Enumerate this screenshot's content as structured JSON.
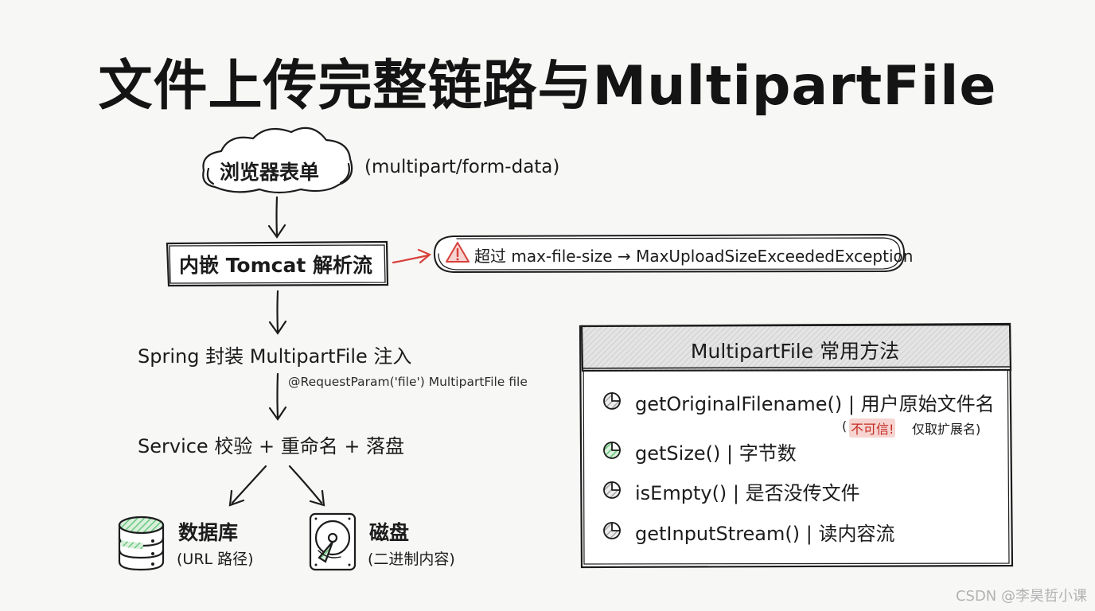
{
  "title": "文件上传完整链路与MultipartFile",
  "flow": {
    "browser": "浏览器表单",
    "mime": "(multipart/form-data)",
    "tomcat": "内嵌 Tomcat 解析流",
    "warning": "超过 max-file-size → MaxUploadSizeExceededException",
    "spring": "Spring 封装 MultipartFile 注入",
    "annotation": "@RequestParam('file') MultipartFile file",
    "service": "Service 校验 + 重命名 + 落盘",
    "database": {
      "title": "数据库",
      "subtitle": "(URL 路径)"
    },
    "disk": {
      "title": "磁盘",
      "subtitle": "(二进制内容)"
    }
  },
  "panel": {
    "title": "MultipartFile 常用方法",
    "methods": [
      "getOriginalFilename() | 用户原始文件名",
      "getSize() | 字节数",
      "isEmpty() | 是否没传文件",
      "getInputStream() | 读内容流"
    ],
    "note_red": "不可信!",
    "note_rest": "仅取扩展名)",
    "note_open": "("
  },
  "watermark": "CSDN @李昊哲小课",
  "colors": {
    "ink": "#1c1c1c",
    "warning_red": "#d8403a",
    "highlight_green": "#6ac77d",
    "highlight_gray": "#a8a8a8",
    "panel_header": "#e6e6e6",
    "note_red_bg": "#f6d4d1"
  },
  "icons": {
    "warning": "warning-triangle-icon",
    "database": "database-icon",
    "disk": "hard-disk-icon",
    "bullet": "pie-bullet-icon"
  }
}
